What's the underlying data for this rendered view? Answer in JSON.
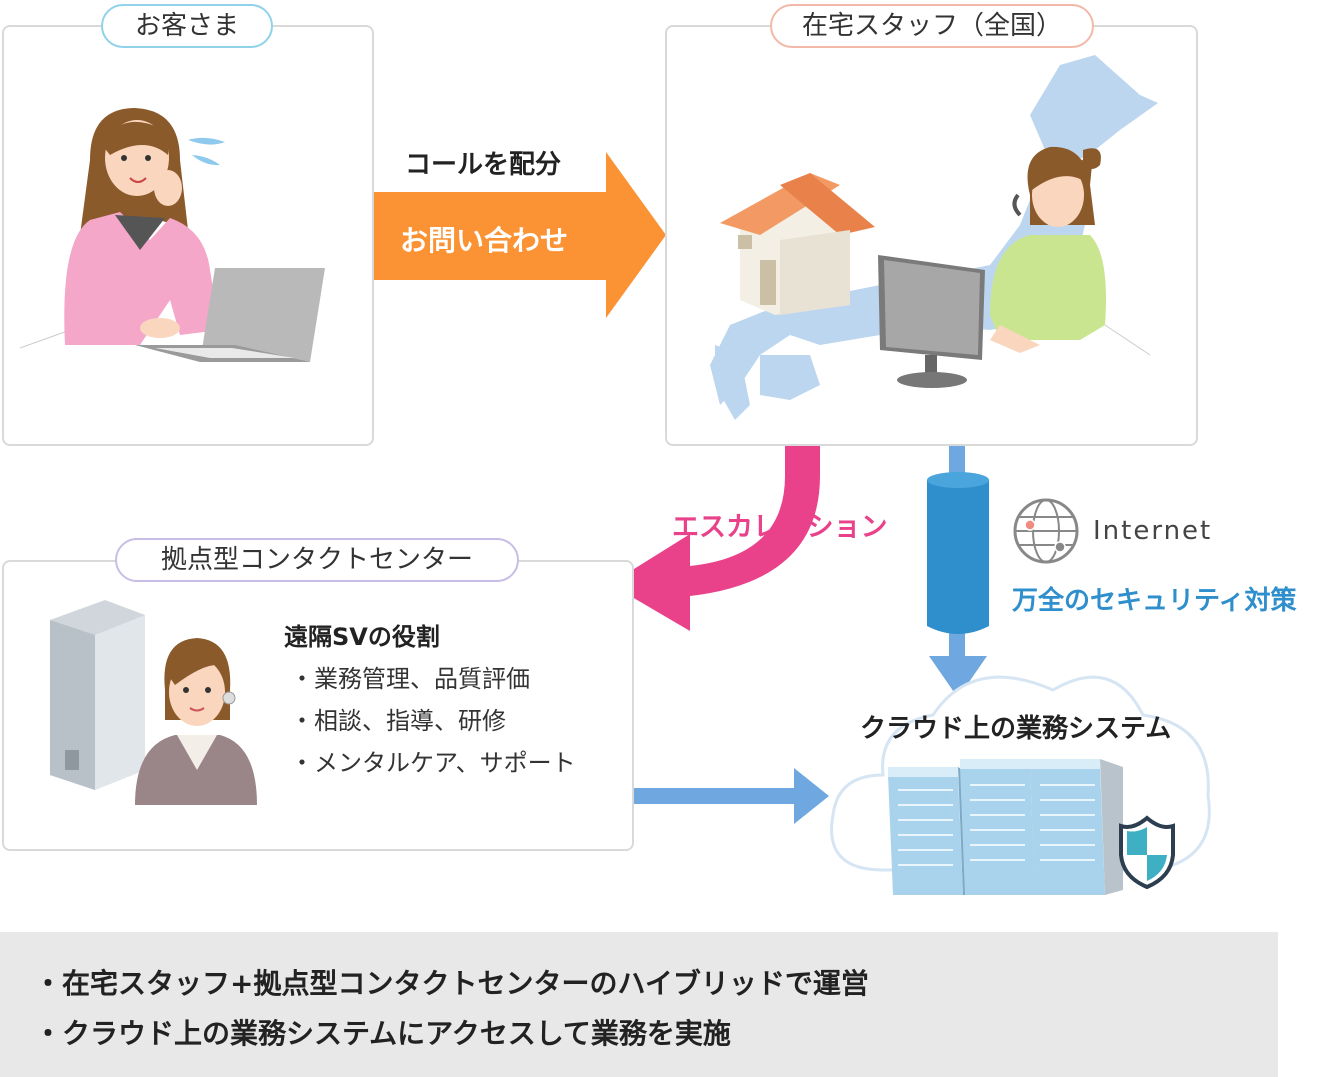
{
  "customer": {
    "label": "お客さま"
  },
  "home_staff": {
    "label": "在宅スタッフ（全国）"
  },
  "call_arrow": {
    "caption": "コールを配分",
    "label": "お問い合わせ"
  },
  "escalation": {
    "label": "エスカレーション"
  },
  "contact_center": {
    "label": "拠点型コンタクトセンター",
    "sv_title": "遠隔SVの役割",
    "sv_items": [
      "・業務管理、品質評価",
      "・相談、指導、研修",
      "・メンタルケア、サポート"
    ]
  },
  "internet": {
    "label": "Internet",
    "security": "万全のセキュリティ対策"
  },
  "cloud": {
    "label": "クラウド上の業務システム"
  },
  "footer": {
    "lines": [
      "・在宅スタッフ+拠点型コンタクトセンターのハイブリッドで運営",
      "・クラウド上の業務システムにアクセスして業務を実施"
    ]
  },
  "colors": {
    "orange": "#fb9233",
    "pink": "#e9428a",
    "blue": "#2f8fcc",
    "arrow_blue": "#6fa8e0",
    "map_blue": "#bcd6f0"
  }
}
